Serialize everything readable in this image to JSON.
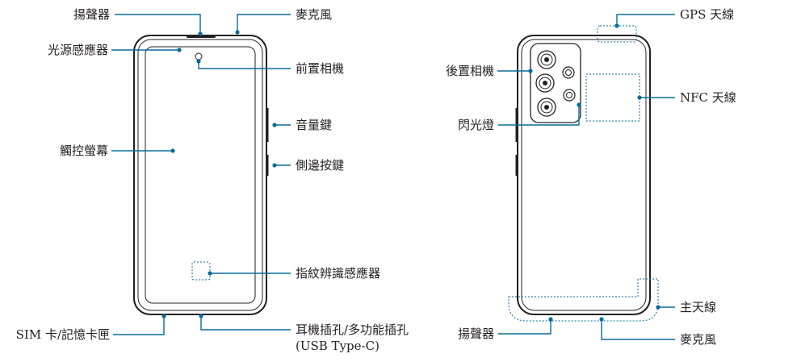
{
  "front_view": {
    "labels": {
      "speaker_top": "揚聲器",
      "light_sensor": "光源感應器",
      "touchscreen": "觸控螢幕",
      "sim_tray": "SIM 卡/記憶卡匣",
      "microphone_top": "麥克風",
      "front_camera": "前置相機",
      "volume_key": "音量鍵",
      "side_key": "側邊按鍵",
      "fingerprint_sensor": "指紋辨識感應器",
      "earphone_jack": "耳機插孔/多功能插孔",
      "usb_type": "(USB Type-C)"
    }
  },
  "back_view": {
    "labels": {
      "rear_camera": "後置相機",
      "flash": "閃光燈",
      "speaker_bottom": "揚聲器",
      "gps_antenna": "GPS 天線",
      "nfc_antenna": "NFC 天線",
      "main_antenna": "主天線",
      "microphone_bottom": "麥克風"
    }
  },
  "colors": {
    "callout": "#0a6a9c",
    "outline": "#231f20",
    "text": "#231f20"
  }
}
